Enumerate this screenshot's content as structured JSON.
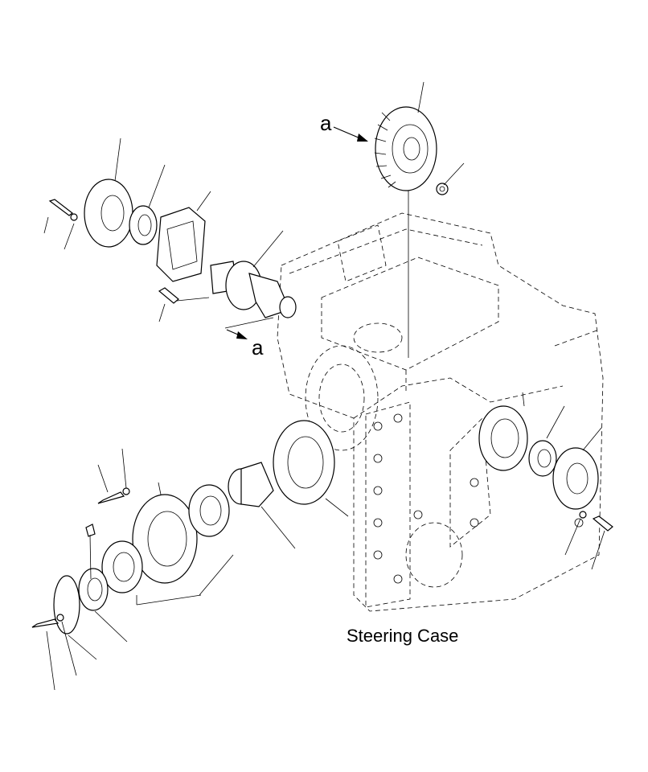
{
  "caption": "Steering Case",
  "view_marker_top": "a",
  "view_marker_mid": "a",
  "colors": {
    "line": "#000000",
    "background": "#ffffff"
  }
}
